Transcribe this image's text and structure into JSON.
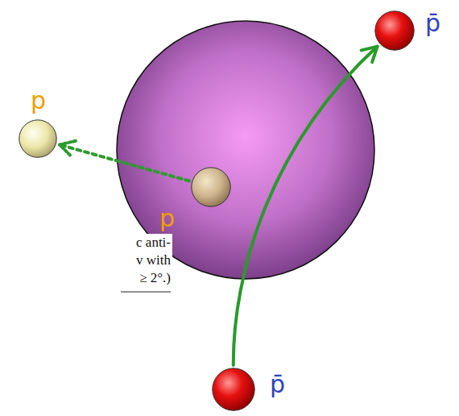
{
  "diagram": {
    "nodes": [
      {
        "text": [
          "p̄"
        ]
      },
      {
        "text": [
          "p"
        ]
      },
      {
        "text": [
          "p"
        ]
      },
      {
        "text": [
          "p̄"
        ]
      }
    ],
    "edges": [
      {
        "from": 2,
        "to": 1,
        "arrow": "to"
      },
      {
        "from": 3,
        "to": 0,
        "arrow": "to"
      }
    ],
    "labels": [
      "c anti-",
      "v with",
      "≥ 2°.)"
    ]
  }
}
